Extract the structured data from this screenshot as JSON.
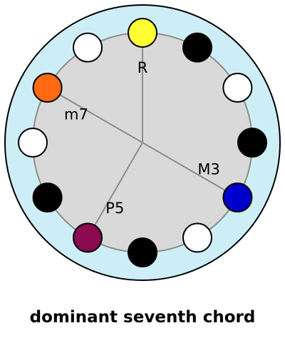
{
  "caption": "dominant seventh chord",
  "colors": {
    "dial_fill": "#cdeef6",
    "chord_fill": "#d9d9d9",
    "spoke": "#8c8c8c",
    "stroke": "#000000",
    "root": "#ffff33",
    "seventh": "#ff6a13",
    "third": "#0000cc",
    "fifth": "#8b0a50",
    "black_key": "#000000",
    "white_key": "#ffffff"
  },
  "chord_tones": [
    {
      "label": "R",
      "step": 0
    },
    {
      "label": "M3",
      "step": 4
    },
    {
      "label": "P5",
      "step": 7
    },
    {
      "label": "m7",
      "step": 10
    }
  ],
  "pitch_dots": [
    {
      "step": 0,
      "key": "root"
    },
    {
      "step": 1,
      "key": "black_key"
    },
    {
      "step": 2,
      "key": "white_key"
    },
    {
      "step": 3,
      "key": "black_key"
    },
    {
      "step": 4,
      "key": "third"
    },
    {
      "step": 5,
      "key": "white_key"
    },
    {
      "step": 6,
      "key": "black_key"
    },
    {
      "step": 7,
      "key": "fifth"
    },
    {
      "step": 8,
      "key": "black_key"
    },
    {
      "step": 9,
      "key": "white_key"
    },
    {
      "step": 10,
      "key": "seventh"
    },
    {
      "step": 11,
      "key": "white_key"
    }
  ]
}
